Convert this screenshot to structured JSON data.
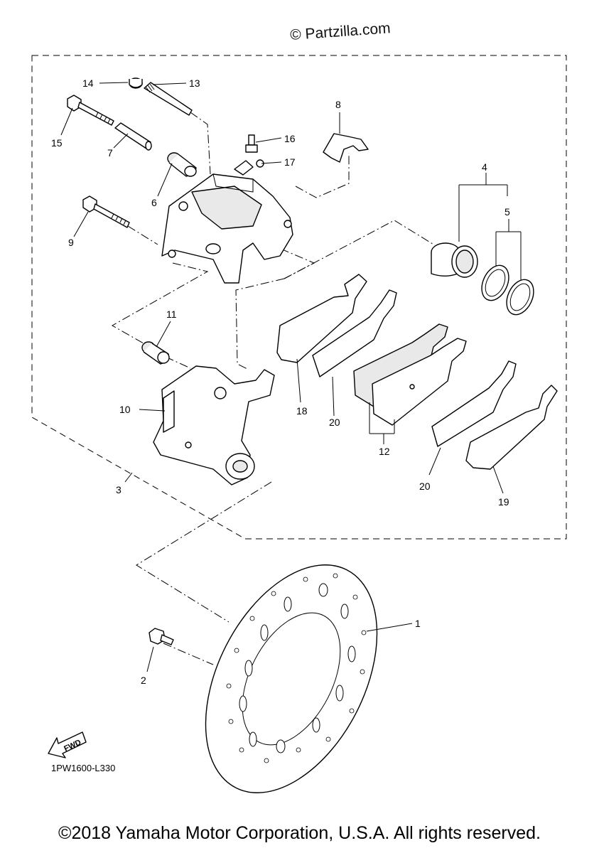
{
  "watermark": "© Partzilla.com",
  "diagram_code": "1PW1600-L330",
  "fwd_label": "FWD",
  "copyright": "©2018 Yamaha Motor Corporation, U.S.A. All rights reserved.",
  "callouts": {
    "c1": "1",
    "c2": "2",
    "c3": "3",
    "c4": "4",
    "c5": "5",
    "c6": "6",
    "c7": "7",
    "c8": "8",
    "c9": "9",
    "c10": "10",
    "c11": "11",
    "c12": "12",
    "c13": "13",
    "c14": "14",
    "c15": "15",
    "c16": "16",
    "c17": "17",
    "c18": "18",
    "c20a": "20",
    "c19": "19",
    "c20b": "20"
  }
}
